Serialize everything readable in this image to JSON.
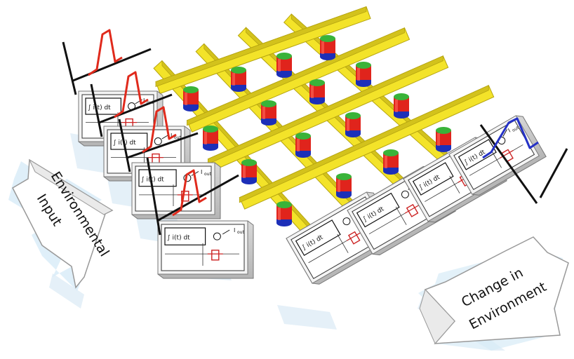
{
  "labels": {
    "input_line1": "Environmental",
    "input_line2": "Input",
    "output_line1": "Change in",
    "output_line2": "Environment"
  },
  "circuit": {
    "integral_label": "∫ i(t) dt",
    "out_label": "I",
    "out_sub": "out"
  },
  "colors": {
    "crossbar": "#f3e329",
    "crossbar_edge": "#b5a410",
    "memristor_top": "#39b339",
    "memristor_mid": "#e0241c",
    "memristor_bottom": "#1c2fb8",
    "input_waveform": "#e02a1c",
    "output_waveform": "#2431c6",
    "axis": "#111111",
    "module_face": "#f4f4f4",
    "module_side": "#c9c9c9"
  },
  "structure": {
    "input_modules": 4,
    "output_modules": 4,
    "crossbar_rows": 4,
    "crossbar_columns": 4,
    "input_waveform_count": 4,
    "output_waveform_count": 1
  },
  "icons": [
    "integrator-icon",
    "summing-junction-icon",
    "switch-icon",
    "capacitor-icon"
  ]
}
